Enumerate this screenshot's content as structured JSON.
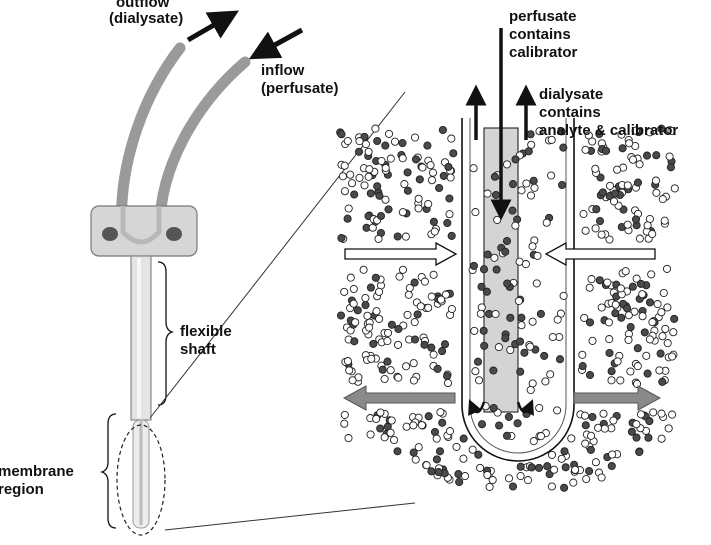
{
  "labels": {
    "outflow": "outflow",
    "outflow_sub": "(dialysate)",
    "inflow": "inflow",
    "inflow_sub": "(perfusate)",
    "flexible": "flexible",
    "shaft": "shaft",
    "membrane": "membrane",
    "region": "region",
    "perfusate_1": "perfusate",
    "perfusate_2": "contains",
    "perfusate_3": "calibrator",
    "dialysate_1": "dialysate",
    "dialysate_2": "contains",
    "dialysate_3": "analyte & calibrator"
  },
  "colors": {
    "tube": "#9a9a9a",
    "hub": "#d6d6d6",
    "shaft": "#e4e4e4",
    "membrane_interior": "#d4d4d4",
    "dark_particle": "#4a4a4a",
    "light_particle": "#ffffff",
    "outline": "#111111",
    "arrow_gray": "#8a8a8a"
  }
}
